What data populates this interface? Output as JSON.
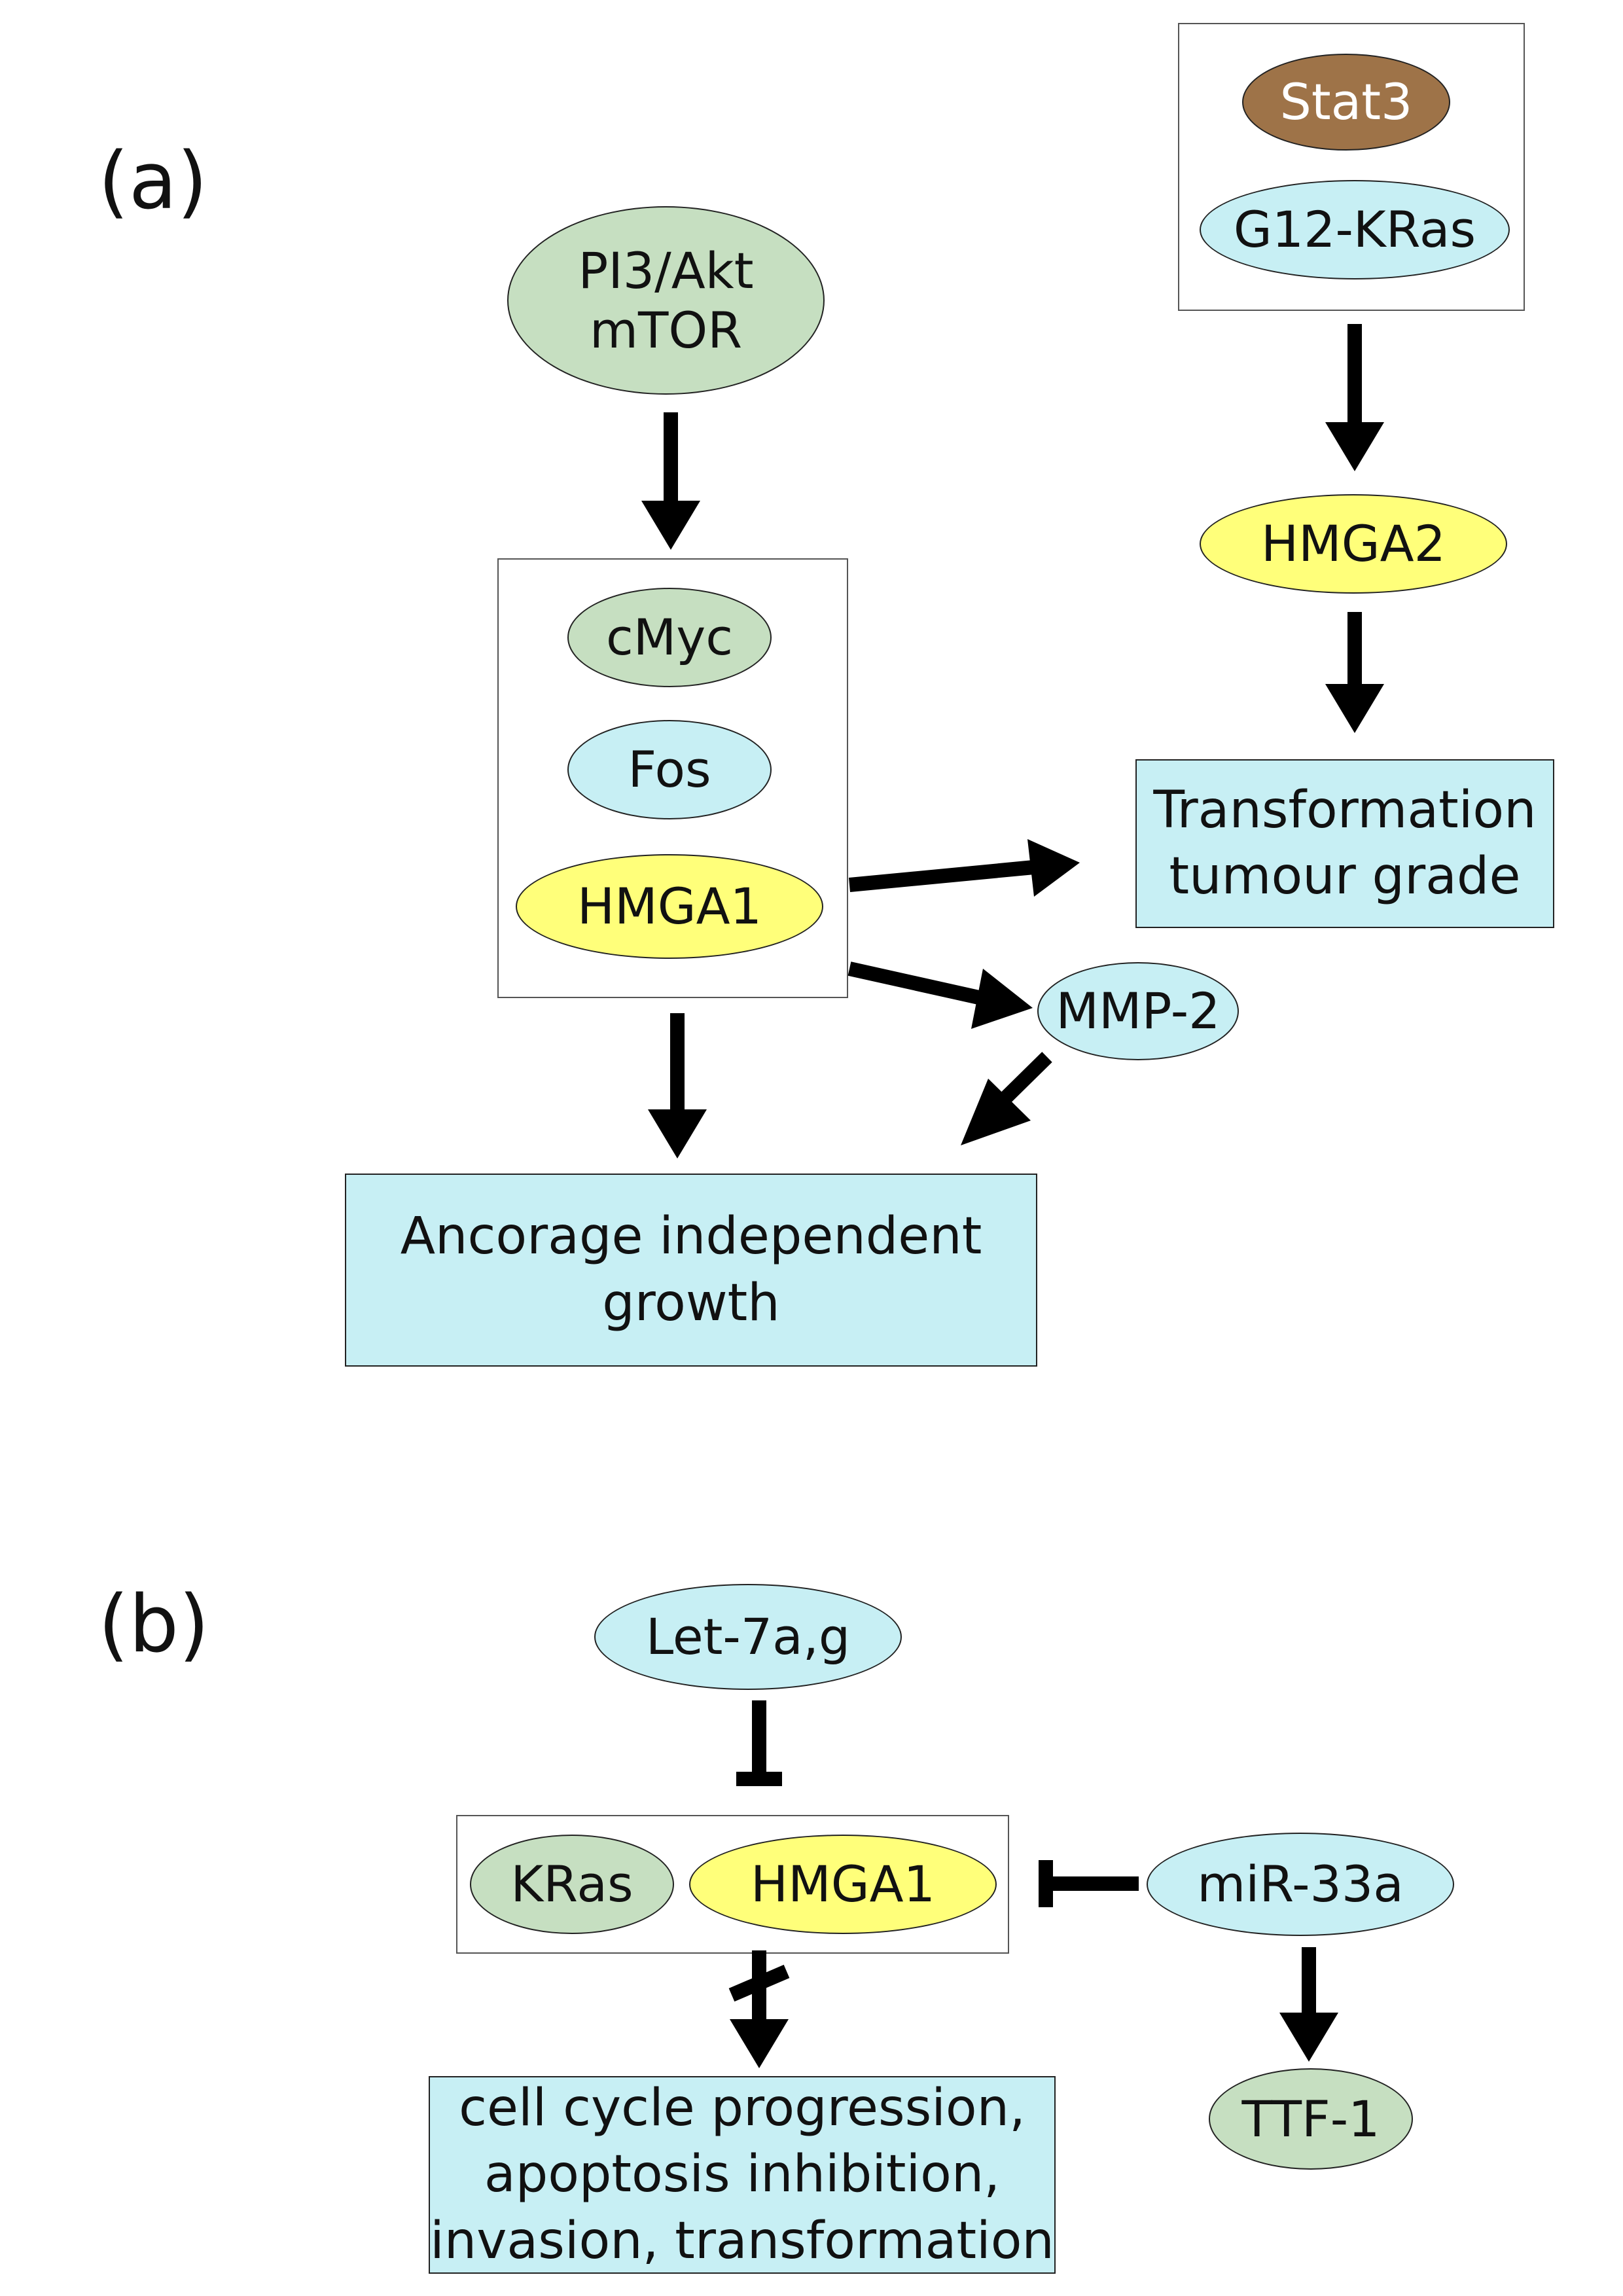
{
  "colors": {
    "green_node": "#c6dfc1",
    "blue_node": "#c7eff4",
    "yellow_node": "#ffff7a",
    "brown_node": "#9e7348",
    "result_box": "#c7eff4",
    "arrow": "#000000"
  },
  "panel_a": {
    "label": "(a)",
    "nodes": {
      "pi3": "PI3/Akt\nmTOR",
      "stat3": "Stat3",
      "g12kras": "G12-KRas",
      "hmga2": "HMGA2",
      "cmyc": "cMyc",
      "fos": "Fos",
      "hmga1": "HMGA1",
      "mmp2": "MMP-2"
    },
    "outcomes": {
      "transformation": "Transformation\ntumour grade",
      "anchorage": "Ancorage independent\ngrowth"
    }
  },
  "panel_b": {
    "label": "(b)",
    "nodes": {
      "let7": "Let-7a,g",
      "kras": "KRas",
      "hmga1": "HMGA1",
      "mir33a": "miR-33a",
      "ttf1": "TTF-1"
    },
    "outcomes": {
      "cellcycle": "cell cycle progression,\napoptosis  inhibition,\ninvasion, transformation"
    }
  },
  "edges": [
    {
      "from": "PI3/Akt mTOR",
      "to": "cMyc/Fos/HMGA1",
      "type": "activates"
    },
    {
      "from": "Stat3/G12-KRas",
      "to": "HMGA2",
      "type": "activates"
    },
    {
      "from": "HMGA2",
      "to": "Transformation tumour grade",
      "type": "activates"
    },
    {
      "from": "cMyc/Fos/HMGA1",
      "to": "Transformation tumour grade",
      "type": "activates"
    },
    {
      "from": "cMyc/Fos/HMGA1",
      "to": "MMP-2",
      "type": "activates"
    },
    {
      "from": "cMyc/Fos/HMGA1",
      "to": "Ancorage independent growth",
      "type": "activates"
    },
    {
      "from": "MMP-2",
      "to": "Ancorage independent growth",
      "type": "activates"
    },
    {
      "from": "Let-7a,g",
      "to": "KRas/HMGA1",
      "type": "inhibits"
    },
    {
      "from": "miR-33a",
      "to": "KRas/HMGA1",
      "type": "inhibits"
    },
    {
      "from": "KRas/HMGA1",
      "to": "cell cycle progression, apoptosis inhibition, invasion, transformation",
      "type": "blocked"
    },
    {
      "from": "miR-33a",
      "to": "TTF-1",
      "type": "activates"
    }
  ]
}
